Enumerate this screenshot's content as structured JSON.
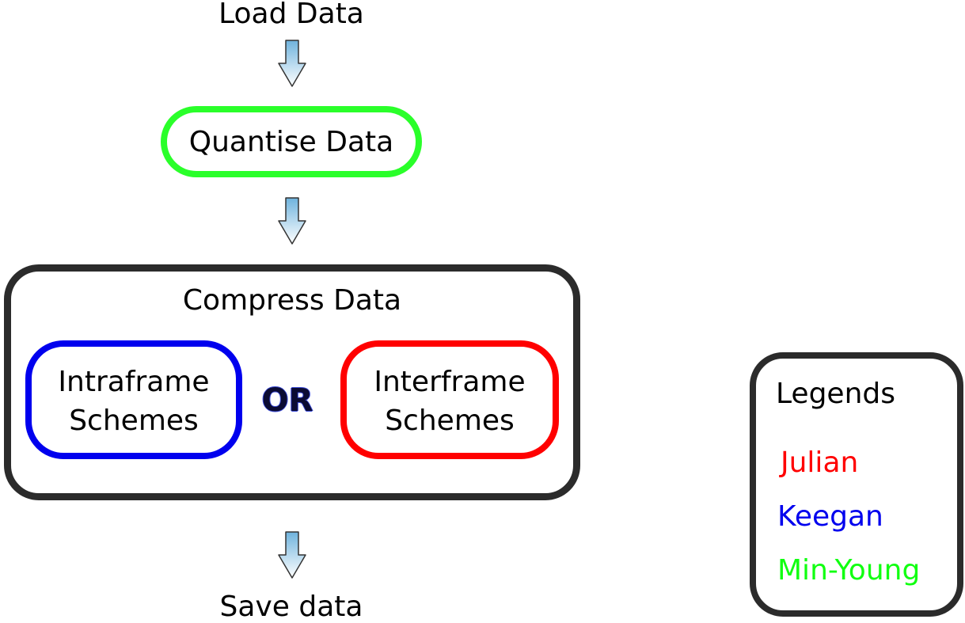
{
  "flow": {
    "load": "Load Data",
    "quantise": "Quantise Data",
    "compress": "Compress Data",
    "intraframe_line1": "Intraframe",
    "intraframe_line2": "Schemes",
    "or": "OR",
    "interframe_line1": "Interframe",
    "interframe_line2": "Schemes",
    "save": "Save data"
  },
  "legend": {
    "title": "Legends",
    "entries": [
      {
        "name": "Julian",
        "color": "#ff0000"
      },
      {
        "name": "Keegan",
        "color": "#0000ee"
      },
      {
        "name": "Min-Young",
        "color": "#11ff11"
      }
    ]
  },
  "colors": {
    "quantise_border": "#2aff2a",
    "intraframe_border": "#0000ee",
    "interframe_border": "#ff0000",
    "container_border": "#2b2b2b",
    "arrow_fill_top": "#6fb3dd",
    "arrow_fill_bottom": "#ffffff"
  }
}
